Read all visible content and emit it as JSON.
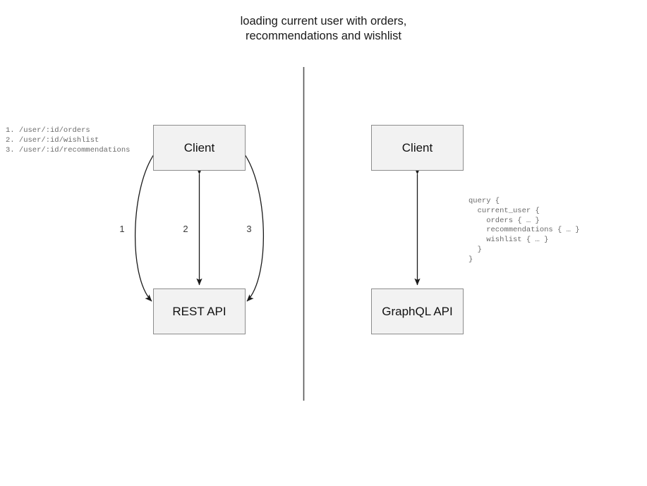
{
  "diagram": {
    "title": "loading current user with orders,\nrecommendations and wishlist",
    "divider": {
      "name": "vertical-divider"
    },
    "rest_side": {
      "client_label": "Client",
      "api_label": "REST API",
      "endpoints": "1. /user/:id/orders\n2. /user/:id/wishlist\n3. /user/:id/recommendations",
      "edge_labels": [
        "1",
        "2",
        "3"
      ]
    },
    "graphql_side": {
      "client_label": "Client",
      "api_label": "GraphQL API",
      "query": "query {\n  current_user {\n    orders { … }\n    recommendations { … }\n    wishlist { … }\n  }\n}"
    }
  },
  "colors": {
    "node_fill": "#f2f2f2",
    "node_border": "#8c8c8c",
    "edge": "#1a1a1a",
    "divider": "#555555",
    "code_text": "#6b6b6b",
    "title_text": "#1a1a1a"
  }
}
